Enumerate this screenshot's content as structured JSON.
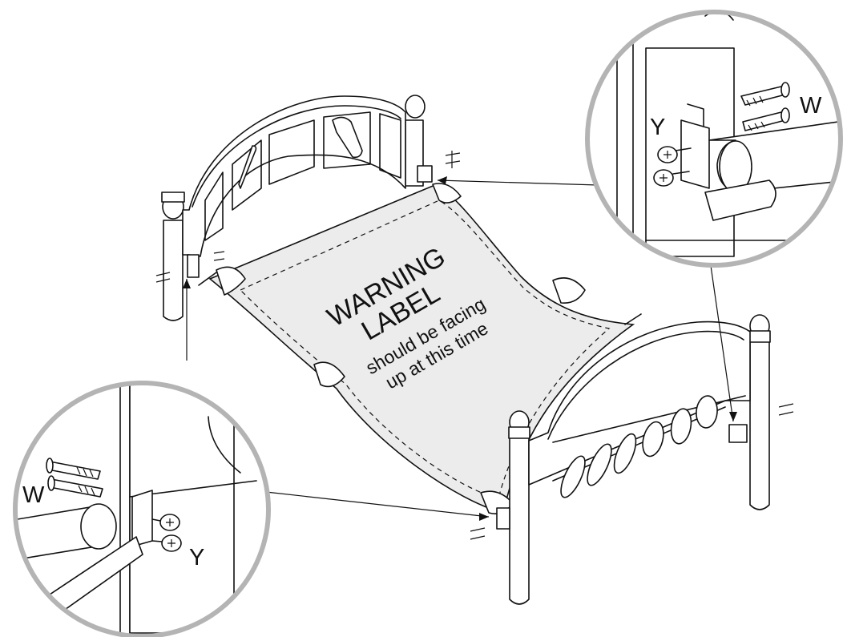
{
  "callout_labels": {
    "top_right_w": "W",
    "top_right_y": "Y",
    "bottom_left_w": "W",
    "bottom_left_y": "Y"
  },
  "warning": {
    "line1": "WARNING",
    "line2": "LABEL",
    "line3": "should be facing",
    "line4": "up at this time"
  },
  "colors": {
    "fabric": "#ececec",
    "circle_ring": "#b4b4b4",
    "line": "#111111"
  }
}
